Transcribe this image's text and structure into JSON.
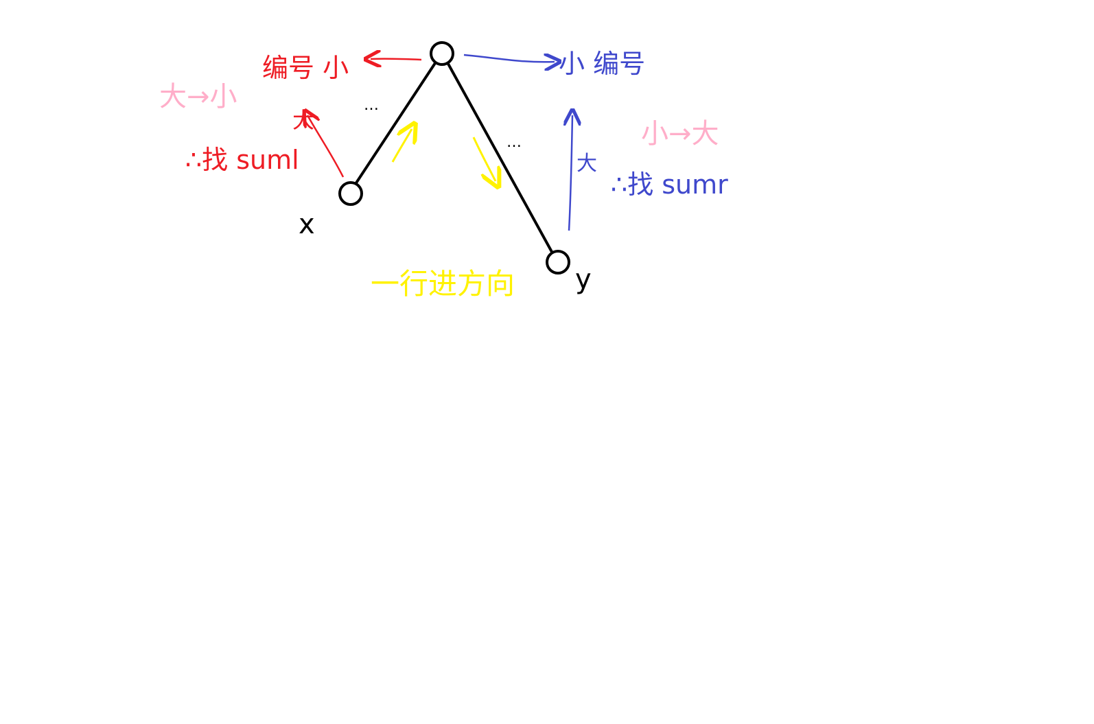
{
  "colors": {
    "red": "#ee1c24",
    "blue": "#3f48cc",
    "pink": "#ffaec9",
    "yellow": "#fff200",
    "black": "#000000"
  },
  "labels": {
    "left_number": "编号 小",
    "right_number": "小 编号",
    "pink_left": "大→小",
    "pink_right": "小→大",
    "red_find": "∴找 suml",
    "red_big": "大",
    "blue_find": "∴找 sumr",
    "blue_big": "大",
    "x": "x",
    "y": "y",
    "yellow_direction": "一行进方向",
    "dots_left": "…",
    "dots_right": "…"
  }
}
